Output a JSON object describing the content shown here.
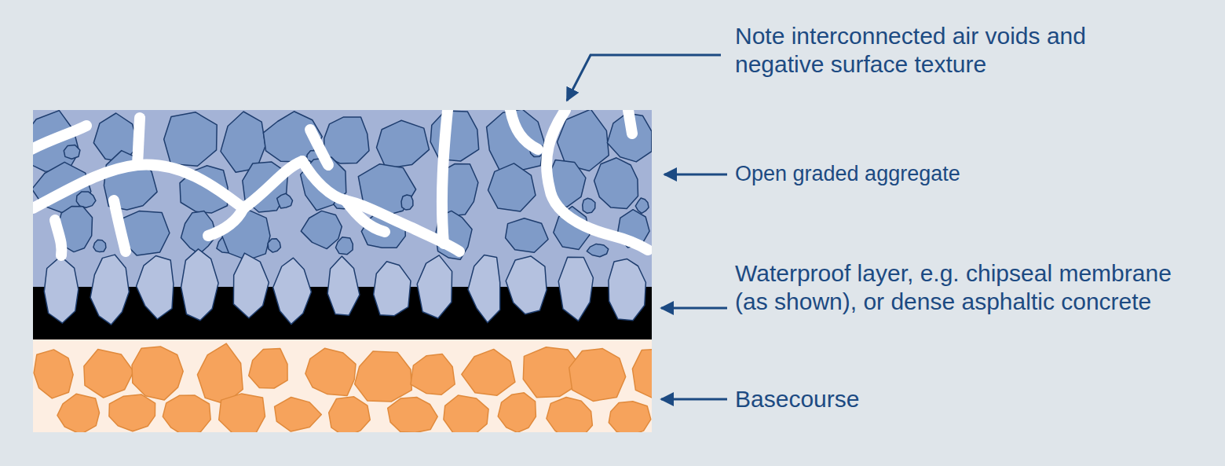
{
  "diagram": {
    "labels": [
      "Note interconnected air voids and negative surface texture",
      "Open graded aggregate",
      "Waterproof layer, e.g. chipseal membrane (as shown), or dense asphaltic concrete",
      "Basecourse"
    ]
  }
}
